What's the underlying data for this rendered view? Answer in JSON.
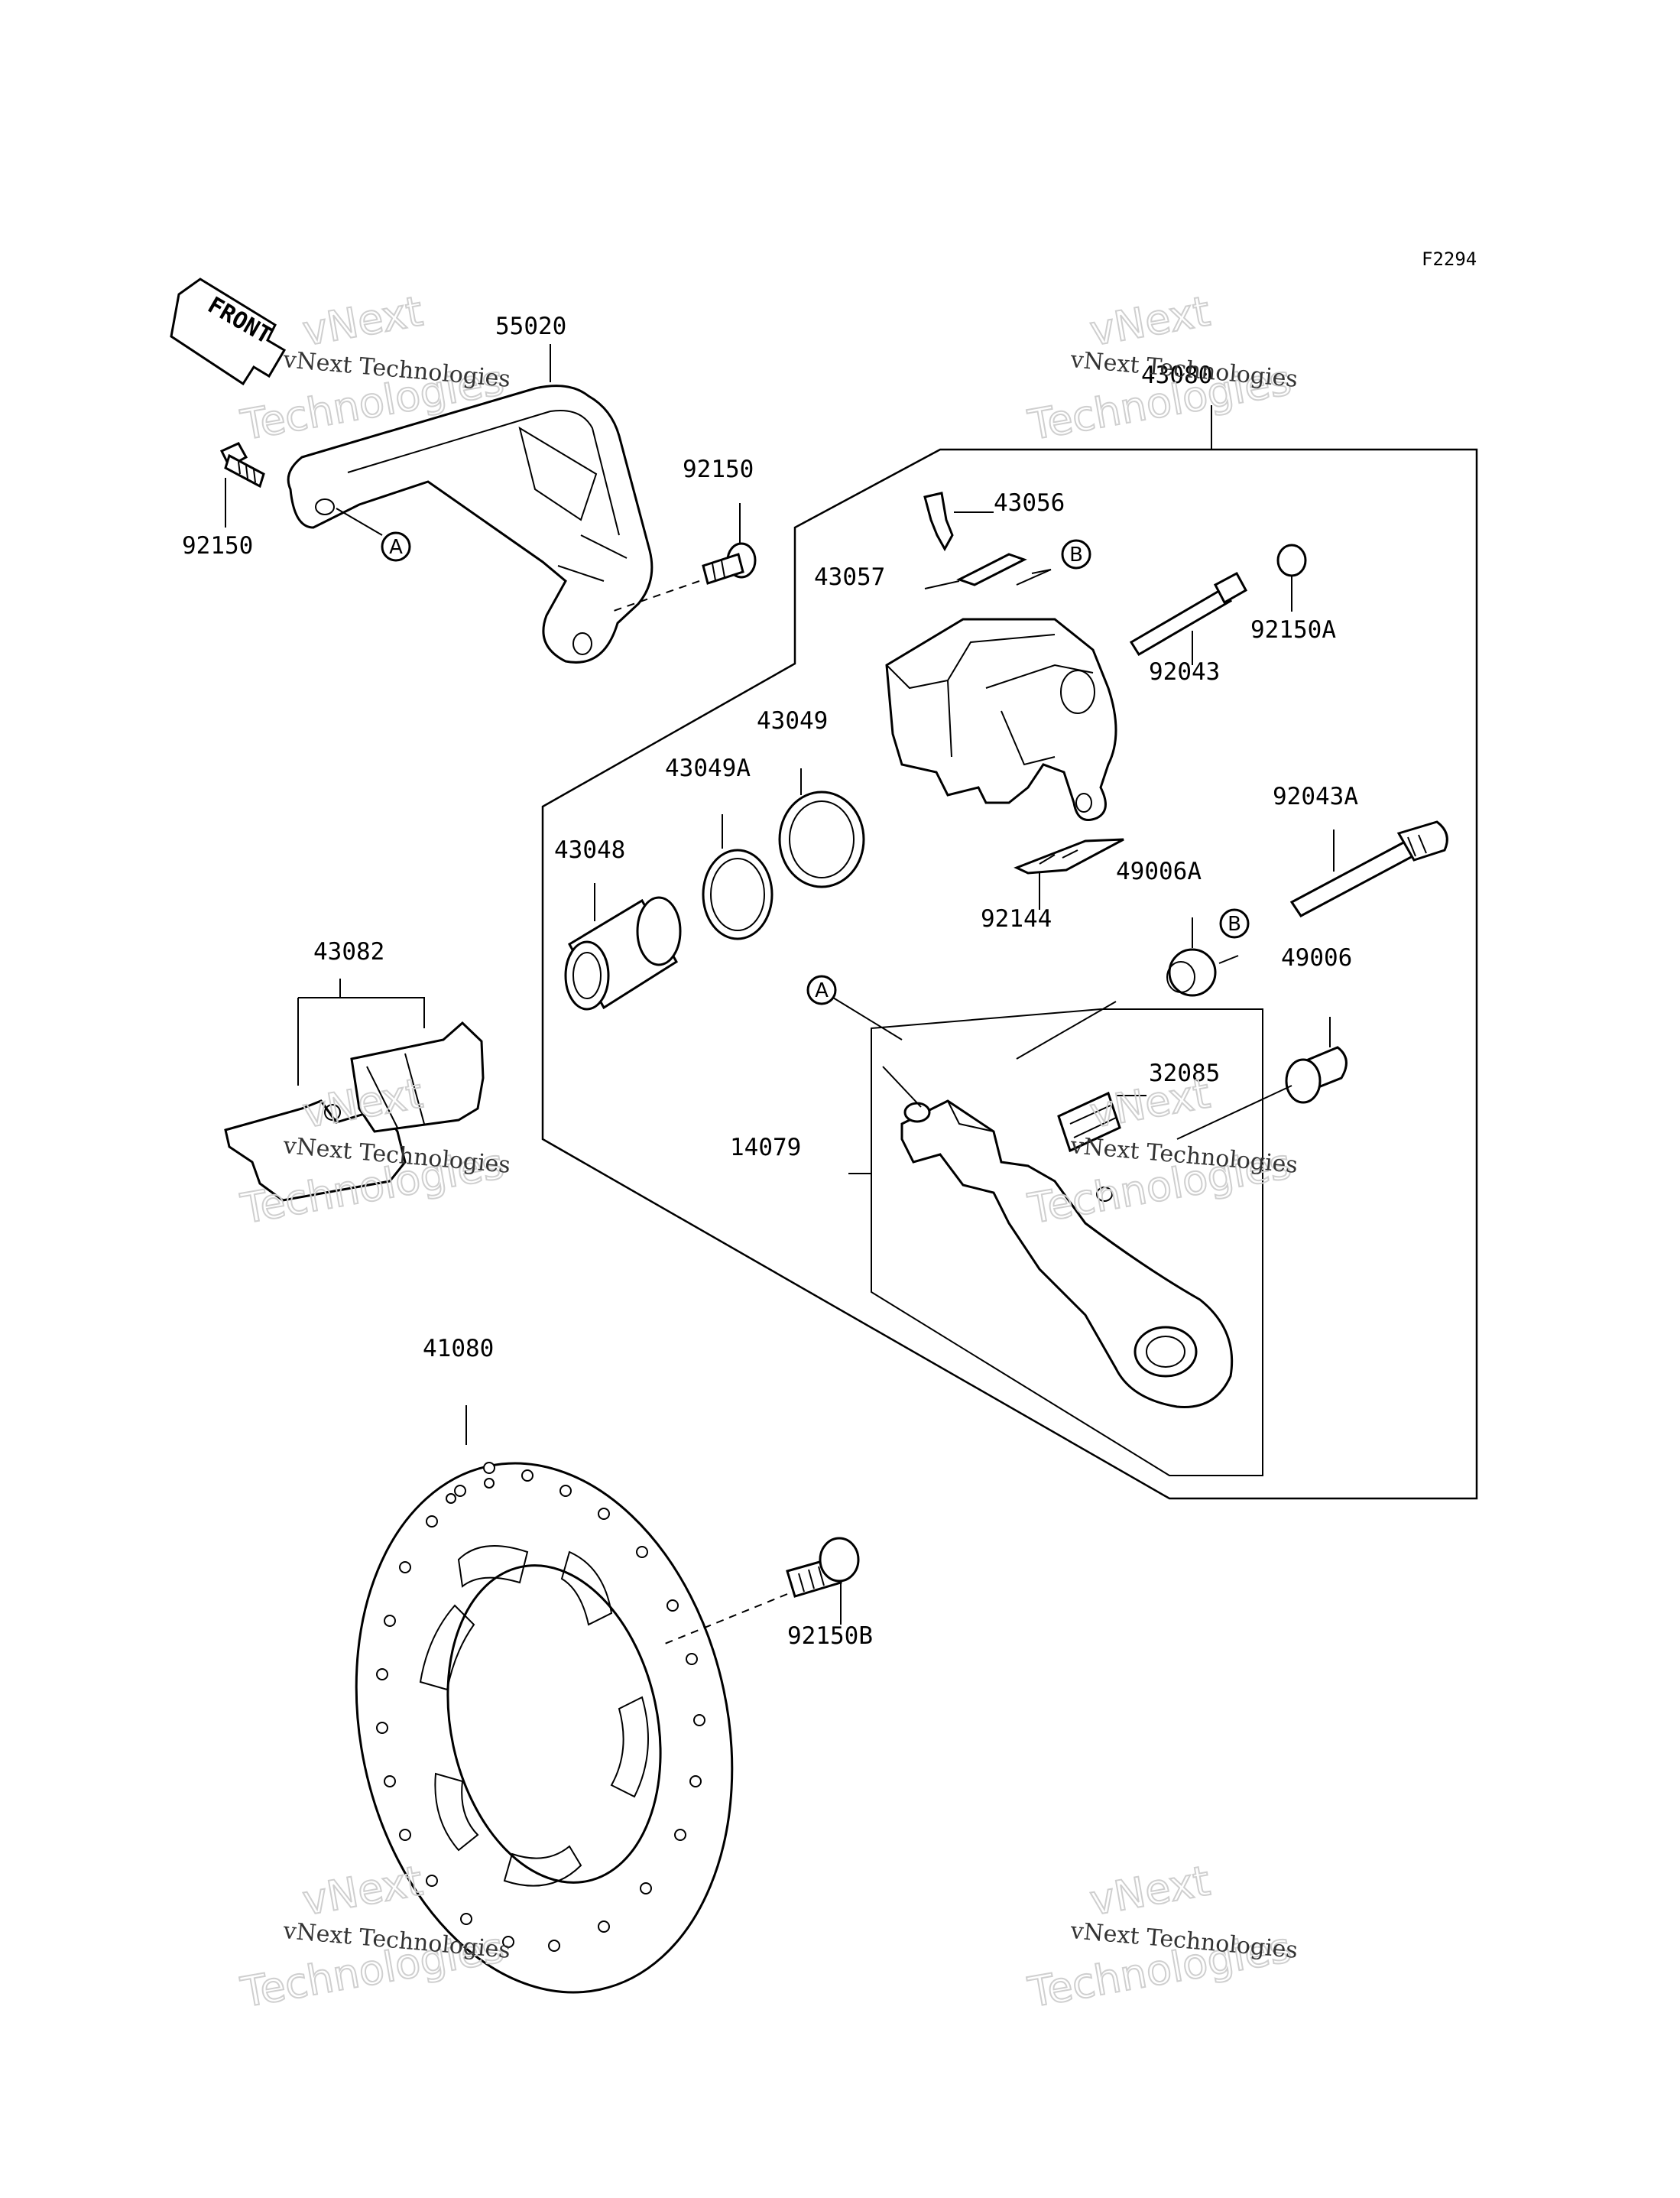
{
  "figure_code": "F2294",
  "front_marker": "FRONT",
  "watermark": {
    "line1": "vNext Technologies",
    "line2": "vNext",
    "line3": "Technologies"
  },
  "callouts": {
    "a": "A",
    "b": "B"
  },
  "parts": [
    {
      "id": "p55020",
      "number": "55020"
    },
    {
      "id": "p92150_left",
      "number": "92150"
    },
    {
      "id": "p92150_top",
      "number": "92150"
    },
    {
      "id": "p43080",
      "number": "43080"
    },
    {
      "id": "p43056",
      "number": "43056"
    },
    {
      "id": "p43057",
      "number": "43057"
    },
    {
      "id": "p92043",
      "number": "92043"
    },
    {
      "id": "p92150A",
      "number": "92150A"
    },
    {
      "id": "p43049",
      "number": "43049"
    },
    {
      "id": "p43049A",
      "number": "43049A"
    },
    {
      "id": "p43048",
      "number": "43048"
    },
    {
      "id": "p92043A",
      "number": "92043A"
    },
    {
      "id": "p49006A",
      "number": "49006A"
    },
    {
      "id": "p92144",
      "number": "92144"
    },
    {
      "id": "p49006",
      "number": "49006"
    },
    {
      "id": "p32085",
      "number": "32085"
    },
    {
      "id": "p14079",
      "number": "14079"
    },
    {
      "id": "p43082",
      "number": "43082"
    },
    {
      "id": "p41080",
      "number": "41080"
    },
    {
      "id": "p92150B",
      "number": "92150B"
    }
  ]
}
